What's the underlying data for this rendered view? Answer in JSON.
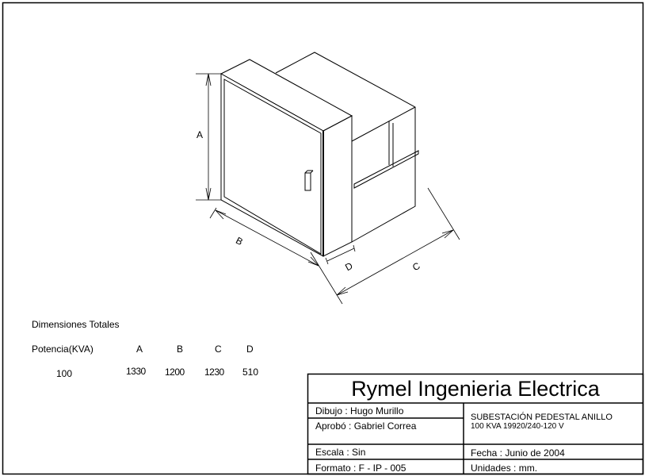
{
  "drawing": {
    "dimension_labels": {
      "a": "A",
      "b": "B",
      "c": "C",
      "d": "D"
    }
  },
  "dimensions_table": {
    "title": "Dimensiones Totales",
    "headers": [
      "Potencia(KVA)",
      "A",
      "B",
      "C",
      "D"
    ],
    "rows": [
      [
        "100",
        "1330",
        "1200",
        "1230",
        "510"
      ]
    ]
  },
  "title_block": {
    "company": "Rymel Ingenieria Electrica",
    "dibujo": "Dibujo : Hugo Murillo",
    "aprobo": "Aprobó : Gabriel Correa",
    "subject_line1": "SUBESTACIÓN PEDESTAL ANILLO",
    "subject_line2": "100 KVA 19920/240-120 V",
    "escala": "Escala : Sin",
    "fecha": "Fecha : Junio de 2004",
    "formato": "Formato : F - IP - 005",
    "unidades": "Unidades : mm."
  }
}
